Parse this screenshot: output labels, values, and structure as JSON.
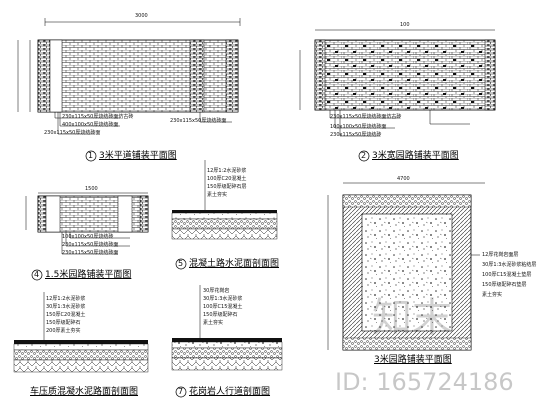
{
  "titles": {
    "t1_num": "1",
    "t1": "3米平道铺装平面图",
    "t2_num": "2",
    "t2": "3米宽园路铺装平面图",
    "t3_num": "4",
    "t3": "1.5米园路铺装平面图",
    "t4_num": "5",
    "t4": "混凝土路水泥面剖面图",
    "t5": "3米园路铺装平面图",
    "t6": "车压质混凝水泥路面剖面图",
    "t7_num": "7",
    "t7": "花岗岩人行道剖面图"
  },
  "notes": {
    "p1": [
      "230x115x50厚烧结砖面仿古砖",
      "400x100x50厚烧结砖面",
      "230x115x50厚烧结砖面"
    ],
    "p1r": "230x115x50厚烧结砖面",
    "p2": [
      "230x115x50厚烧结砖面仿古砖",
      "100x100x50厚烧结砖面",
      "230x115x50厚烧结砖"
    ],
    "p3": [
      "100x100x50厚烧结砖",
      "230x115x50厚烧结砖面",
      "230x115x50厚烧结砖面"
    ],
    "s4": [
      "12厚1:2水泥砂浆",
      "100厚C20混凝土",
      "150厚级配碎石层",
      "素土夯实"
    ],
    "s6": [
      "12厚1:2水泥砂浆",
      "30厚1:3水泥砂浆",
      "150厚C20混凝土",
      "150厚级配碎石",
      "200厚素土夯实"
    ],
    "s7": [
      "30厚花岗岩",
      "30厚1:3水泥砂浆",
      "100厚C15混凝土",
      "150厚级配碎石",
      "素土夯实"
    ],
    "s8": [
      "12厚花岗岩面层",
      "30厚1:3水泥砂浆粘结层",
      "100厚C15混凝土垫层",
      "150厚级配碎石垫层",
      "素土夯实"
    ]
  },
  "dims": {
    "d1": "3000",
    "d2": "4700",
    "d3": "1500",
    "d4": "100"
  },
  "watermark": {
    "logo": "知末",
    "id": "ID: 165724186"
  }
}
